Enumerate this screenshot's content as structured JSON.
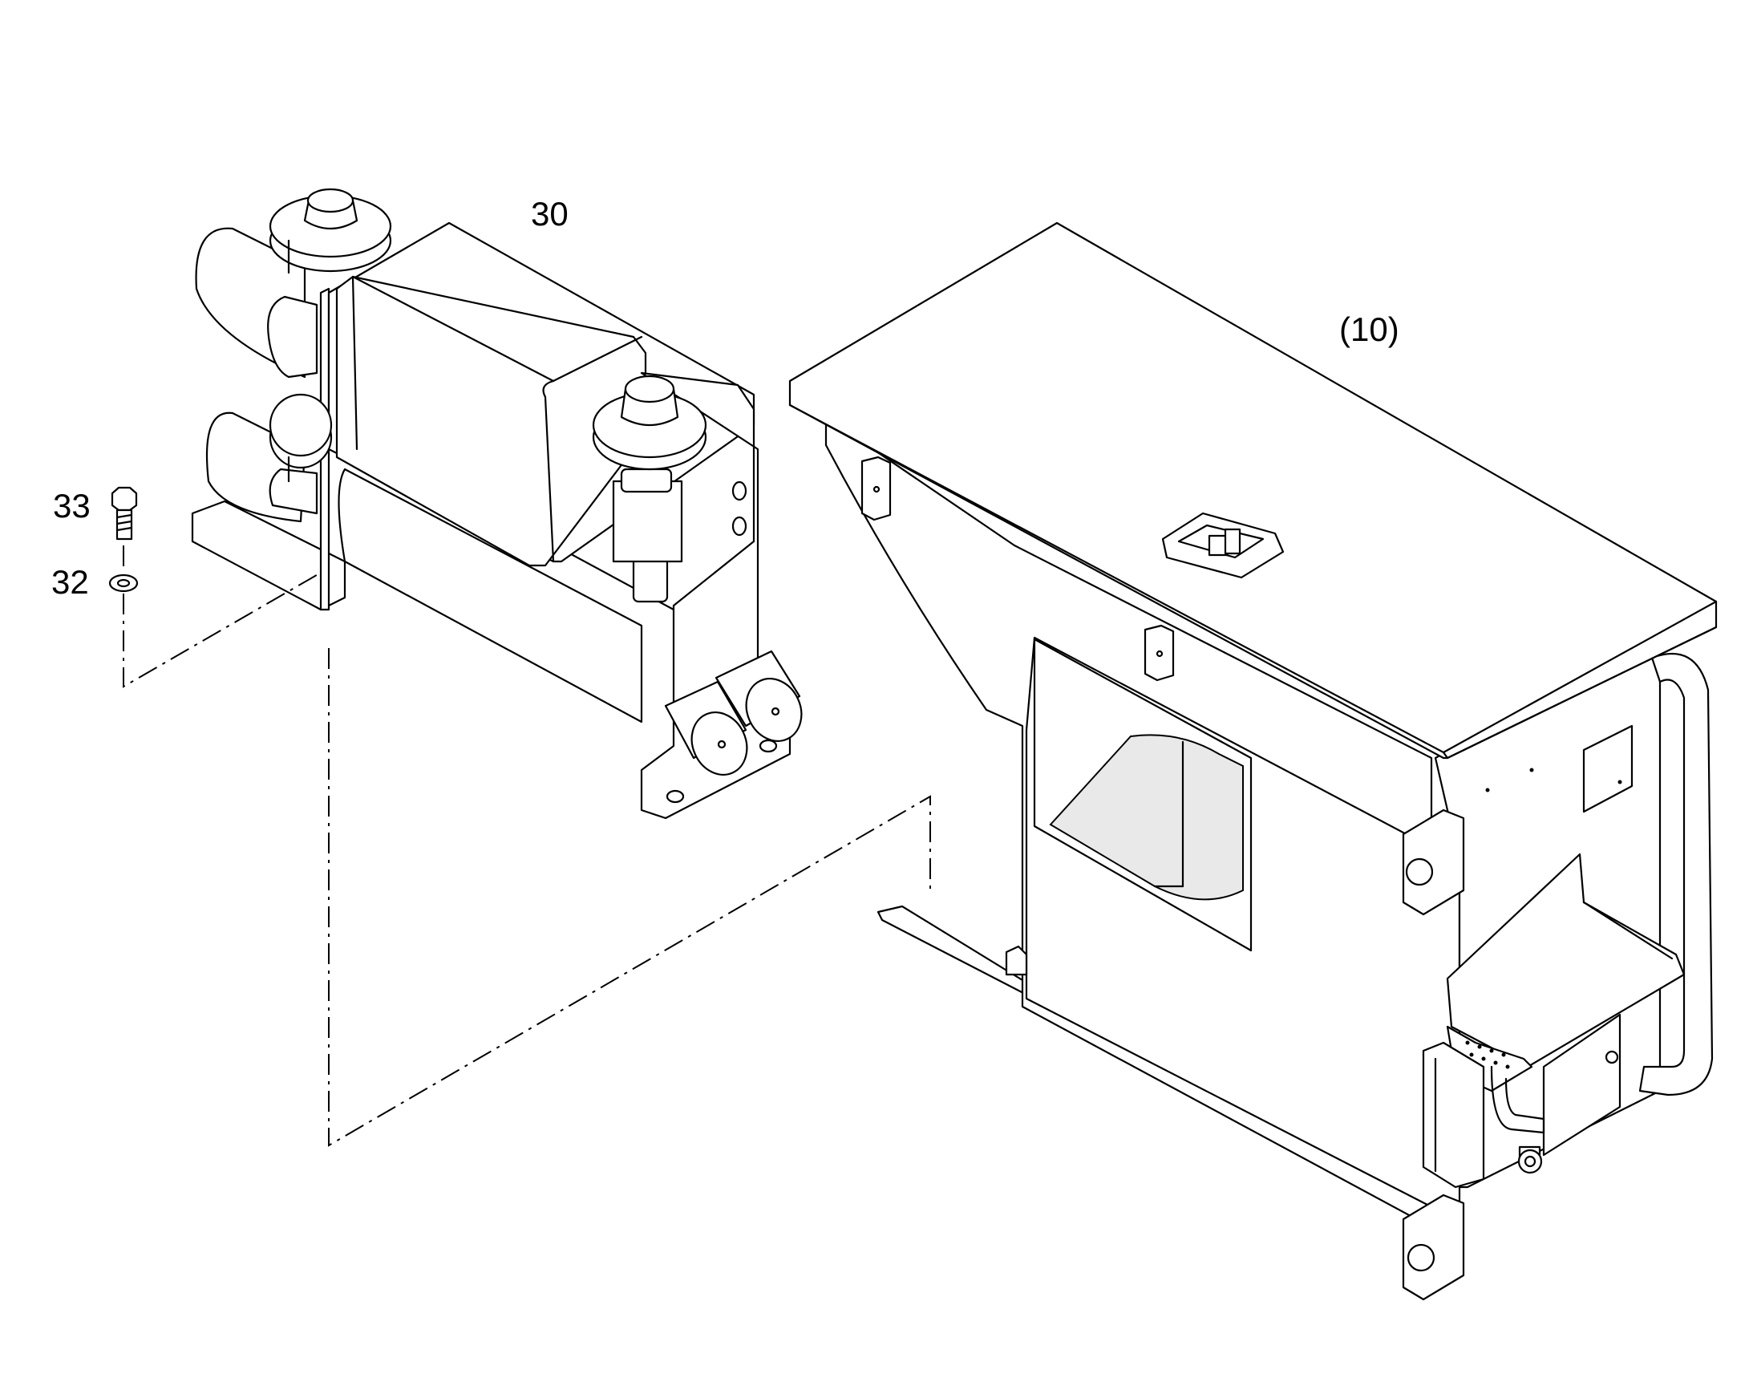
{
  "labels": {
    "part_30": "30",
    "part_10": "(10)",
    "part_33": "33",
    "part_32": "32"
  },
  "colors": {
    "line": "#000000",
    "background": "#ffffff"
  }
}
